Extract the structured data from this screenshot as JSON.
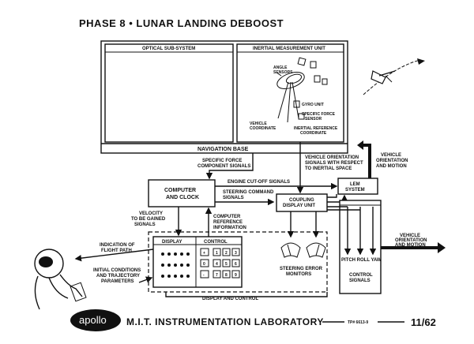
{
  "title": "PHASE 8 • LUNAR LANDING DEBOOST",
  "optical": {
    "label": "OPTICAL SUB-SYSTEM"
  },
  "imu": {
    "label": "INERTIAL MEASUREMENT UNIT",
    "angle_sensors": [
      "ANGLE",
      "SENSORS"
    ],
    "gyro_unit": "GYRO UNIT",
    "specific_force_sensor": [
      "SPECIFIC FORCE",
      "SENSOR"
    ],
    "vehicle_coordinate": [
      "VEHICLE",
      "COORDINATE"
    ],
    "inertial_reference": [
      "INERTIAL REFERENCE",
      "COORDINATE"
    ]
  },
  "nav_base": "NAVIGATION BASE",
  "labels": {
    "specific_force": [
      "SPECIFIC FORCE",
      "COMPONENT SIGNALS"
    ],
    "vehicle_orientation_signals": [
      "VEHICLE ORIENTATION",
      "SIGNALS WITH RESPECT",
      "TO INERTIAL SPACE"
    ],
    "vehicle_orientation_motion_top": [
      "VEHICLE",
      "ORIENTATION",
      "AND MOTION"
    ],
    "engine_cutoff": "ENGINE CUT-OFF SIGNALS",
    "steering_command": [
      "STEERING COMMAND",
      "SIGNALS"
    ],
    "velocity_gained": [
      "VELOCITY",
      "TO BE GAINED",
      "SIGNALS"
    ],
    "computer_reference": [
      "COMPUTER",
      "REFERENCE",
      "INFORMATION"
    ],
    "vehicle_orientation_motion_right": [
      "VEHICLE",
      "ORIENTATION",
      "AND MOTION"
    ],
    "indication_flight_path": [
      "INDICATION OF",
      "FLIGHT PATH"
    ],
    "initial_conditions": [
      "INITIAL CONDITIONS",
      "AND TRAJECTORY",
      "PARAMETERS"
    ],
    "steering_error": [
      "STEERING ERROR",
      "MONITORS"
    ],
    "display_and_control": "DISPLAY AND CONTROL",
    "control_signals": [
      "CONTROL",
      "SIGNALS"
    ],
    "pitch_roll_yaw": "PITCH ROLL YAW"
  },
  "computer": [
    "COMPUTER",
    "AND CLOCK"
  ],
  "coupling": [
    "COUPLING",
    "DISPLAY UNIT"
  ],
  "lem": [
    "LEM",
    "SYSTEM"
  ],
  "panel": {
    "display": "DISPLAY",
    "control": "CONTROL",
    "keys": [
      [
        "1",
        "2",
        "3"
      ],
      [
        "4",
        "5",
        "6"
      ],
      [
        "7",
        "8",
        "9"
      ]
    ],
    "side_keys": [
      "+",
      "0",
      "-"
    ]
  },
  "footer": {
    "logo": "apollo",
    "lab": "M.I.T. INSTRUMENTATION LABORATORY",
    "tp": "TP# 6613-9",
    "page": "11/62"
  }
}
